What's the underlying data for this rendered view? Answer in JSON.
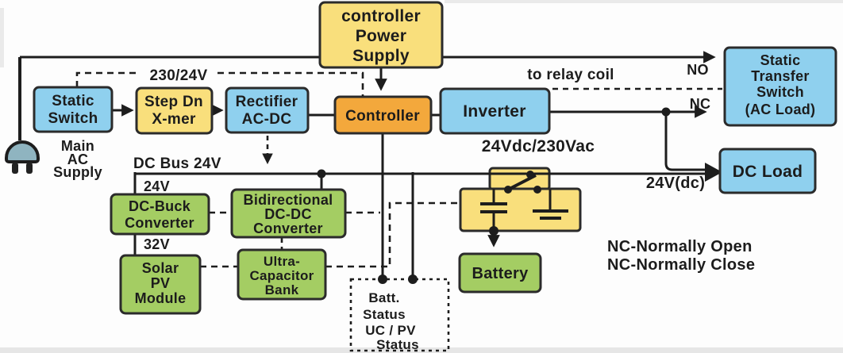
{
  "colors": {
    "box_blue": "#8FD0EE",
    "box_yellow": "#F9DF7C",
    "box_orange": "#F3A83C",
    "box_green": "#A4CD63",
    "line": "#1d1d1d",
    "plug": "#8FB4C0"
  },
  "boxes": {
    "power_supply": {
      "lines": [
        "controller",
        "Power",
        "Supply"
      ]
    },
    "static_switch": {
      "lines": [
        "Static",
        "Switch"
      ]
    },
    "step_down_transformer": {
      "lines": [
        "Step Dn",
        "X-mer"
      ]
    },
    "rectifier": {
      "lines": [
        "Rectifier",
        "AC-DC"
      ]
    },
    "controller": {
      "lines": [
        "Controller"
      ]
    },
    "inverter": {
      "lines": [
        "Inverter"
      ]
    },
    "static_transfer_switch": {
      "lines": [
        "Static",
        "Transfer",
        "Switch",
        "(AC Load)"
      ]
    },
    "dc_load": {
      "lines": [
        "DC Load"
      ]
    },
    "dc_buck_converter": {
      "lines": [
        "DC-Buck",
        "Converter"
      ]
    },
    "solar_pv_module": {
      "lines": [
        "Solar",
        "PV",
        "Module"
      ]
    },
    "bidirectional_converter": {
      "lines": [
        "Bidirectional",
        "DC-DC",
        "Converter"
      ]
    },
    "ultracapacitor_bank": {
      "lines": [
        "Ultra-",
        "Capacitor",
        "Bank"
      ]
    },
    "battery": {
      "lines": [
        "Battery"
      ]
    }
  },
  "labels": {
    "transformer_ratio": "230/24V",
    "main_ac_supply": [
      "Main",
      "AC",
      "Supply"
    ],
    "dc_bus": "DC Bus  24V",
    "buck_input_voltage": "24V",
    "pv_voltage": "32V",
    "to_relay_coil": "to relay coil",
    "no_contact": "NO",
    "nc_contact": "NC",
    "inverter_rating": "24Vdc/230Vac",
    "dc_load_voltage": "24V(dc)",
    "legend_line1": "NC-Normally Open",
    "legend_line2": "NC-Normally Close",
    "status_tap": [
      "Batt.",
      "Status",
      "UC / PV",
      "Status"
    ]
  }
}
